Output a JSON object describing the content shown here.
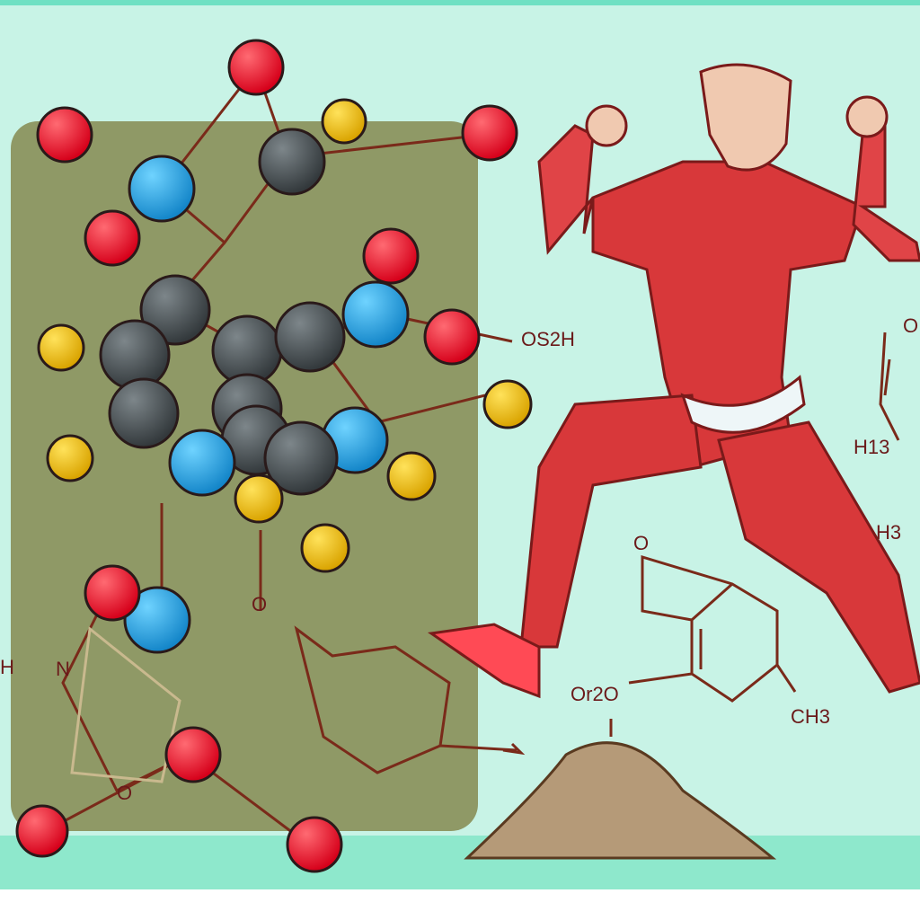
{
  "colors": {
    "background": "#c8f3e6",
    "panel": "#8f9966",
    "oxygen": "#e8192c",
    "carbon": "#4a5155",
    "nitrogen": "#1ea3e0",
    "sulfur": "#f2c21a",
    "muscle": "#d8383a",
    "bond": "#7a2a1a"
  },
  "labels": {
    "sulfonic": "OS2H",
    "h13": "H13",
    "h3": "H3",
    "ketone_o": "O",
    "methyl": "CH3",
    "or2o": "Or2O",
    "nitrogen": "N",
    "ring_o1": "O",
    "ring_o2": "O",
    "right_o": "O",
    "left_h": "H"
  }
}
